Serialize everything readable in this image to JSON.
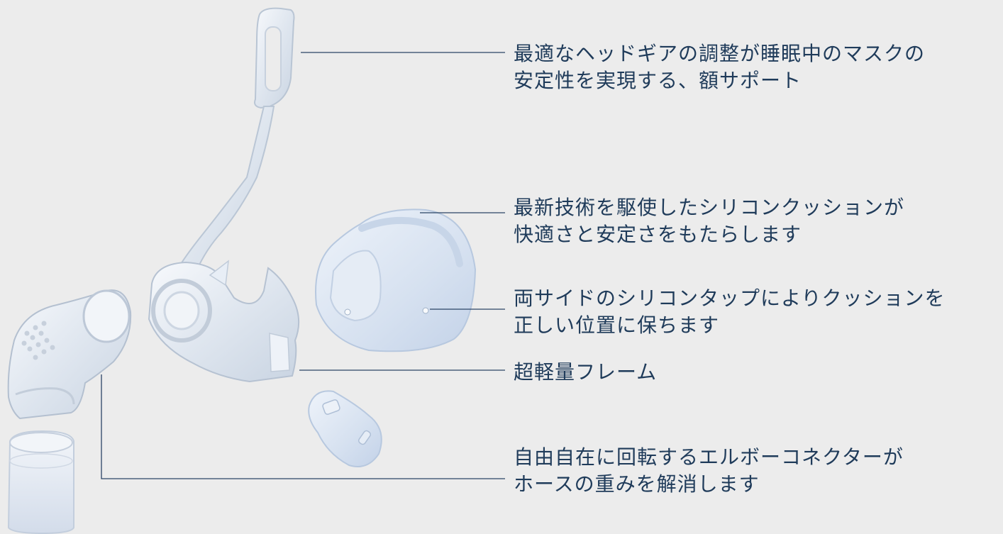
{
  "callouts": [
    {
      "id": "forehead-support",
      "lines": [
        "最適なヘッドギアの調整が睡眠中のマスクの",
        "安定性を実現する、額サポート"
      ]
    },
    {
      "id": "silicone-cushion",
      "lines": [
        "最新技術を駆使したシリコンクッションが",
        "快適さと安定さをもたらします"
      ]
    },
    {
      "id": "silicone-tabs",
      "lines": [
        "両サイドのシリコンタップによりクッションを",
        "正しい位置に保ちます"
      ]
    },
    {
      "id": "lightweight-frame",
      "lines": [
        "超軽量フレーム"
      ]
    },
    {
      "id": "elbow-connector",
      "lines": [
        "自由自在に回転するエルボーコネクターが",
        "ホースの重みを解消します"
      ]
    }
  ],
  "colors": {
    "background": "#ececec",
    "text": "#1f3b5a",
    "leader_line": "#2b4466",
    "silicone": "#d9e4f2"
  }
}
